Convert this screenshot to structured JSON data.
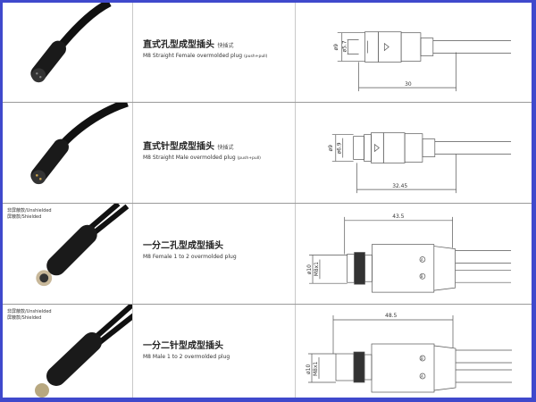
{
  "frame_color": "#3f49cc",
  "products": [
    {
      "cn": "直式孔型成型插头",
      "cn_note": "快插式",
      "en": "M8 Straight Female overmolded plug",
      "en_note": "(push+pull)",
      "dims": {
        "d1": "ø9",
        "d2": "ø5.7",
        "length": "30"
      }
    },
    {
      "cn": "直式针型成型插头",
      "cn_note": "快插式",
      "en": "M8 Straight Male overmolded plug",
      "en_note": "(push+pull)",
      "dims": {
        "d1": "ø9",
        "d2": "ø6.9",
        "length": "32.45"
      }
    },
    {
      "shield_a": "非屏蔽款/Unshielded",
      "shield_b": "屏蔽款/Shielded",
      "cn": "一分二孔型成型插头",
      "en": "M8 Female 1 to 2 overmolded plug",
      "dims": {
        "d1": "ø10",
        "d2": "M8x1",
        "length": "43.5",
        "mark_a": "A",
        "mark_b": "B"
      }
    },
    {
      "shield_a": "非屏蔽款/Unshielded",
      "shield_b": "屏蔽款/Shielded",
      "cn": "一分二针型成型插头",
      "en": "M8 Male 1 to 2 overmolded plug",
      "dims": {
        "d1": "ø10",
        "d2": "M8x1",
        "length": "48.5",
        "mark_a": "B",
        "mark_b": "A"
      }
    }
  ]
}
